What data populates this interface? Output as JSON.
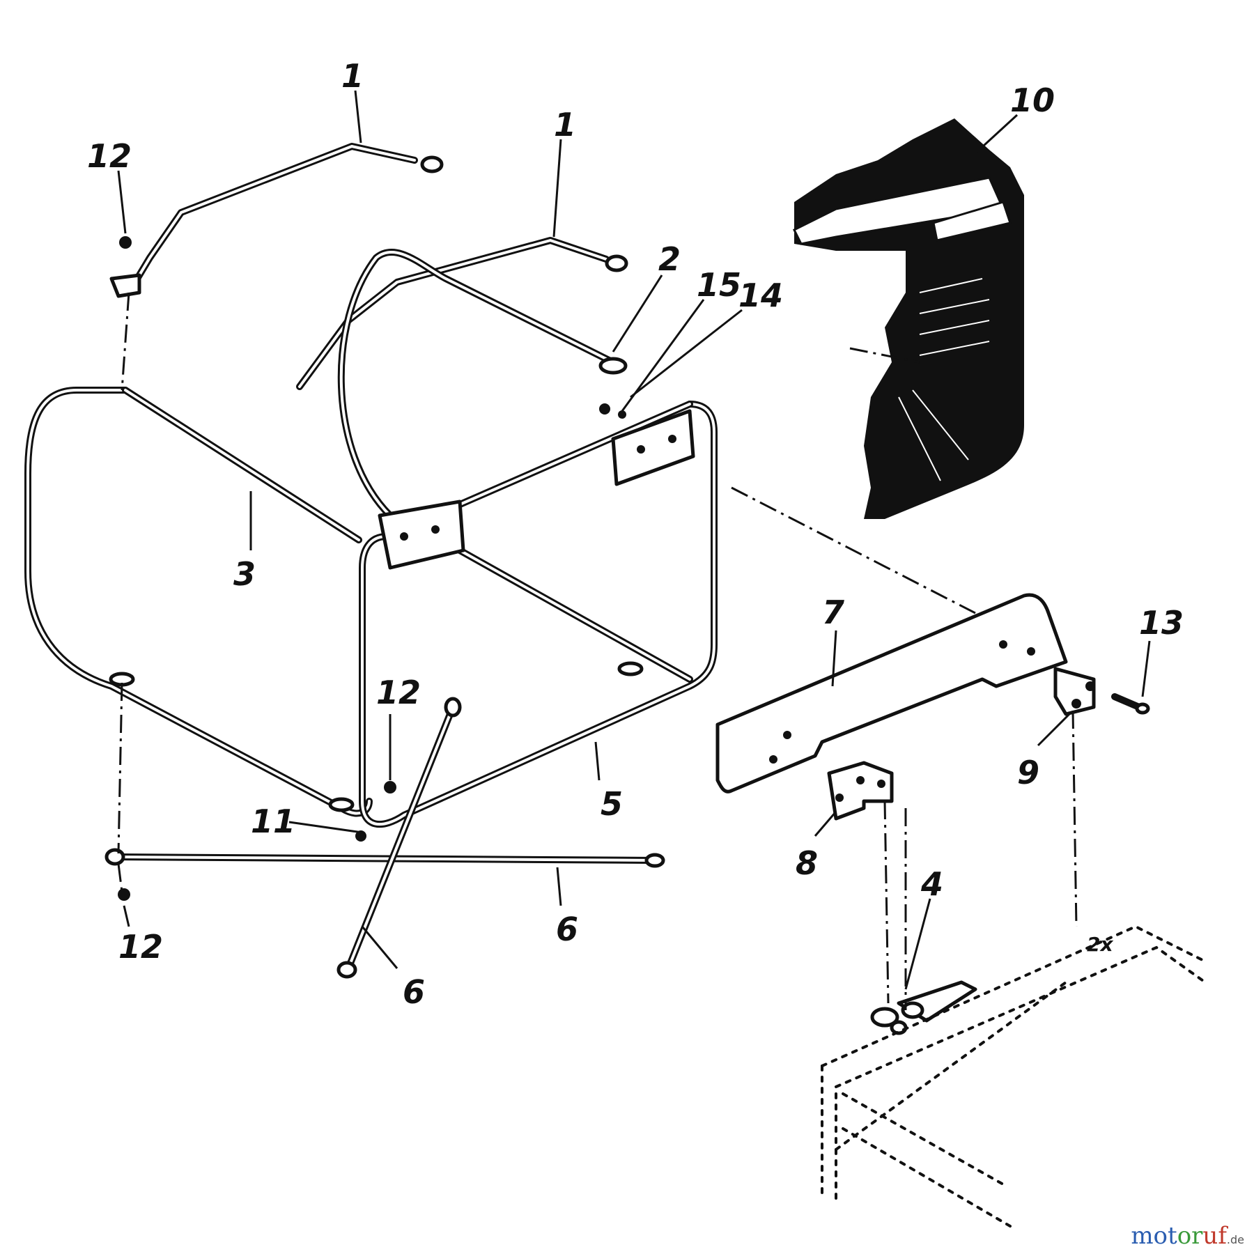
{
  "diagram": {
    "callouts": [
      {
        "id": "label-1a",
        "text": "1"
      },
      {
        "id": "label-1b",
        "text": "1"
      },
      {
        "id": "label-2",
        "text": "2"
      },
      {
        "id": "label-3",
        "text": "3"
      },
      {
        "id": "label-4",
        "text": "4"
      },
      {
        "id": "label-5",
        "text": "5"
      },
      {
        "id": "label-6a",
        "text": "6"
      },
      {
        "id": "label-6b",
        "text": "6"
      },
      {
        "id": "label-7",
        "text": "7"
      },
      {
        "id": "label-8",
        "text": "8"
      },
      {
        "id": "label-9",
        "text": "9"
      },
      {
        "id": "label-10",
        "text": "10"
      },
      {
        "id": "label-11",
        "text": "11"
      },
      {
        "id": "label-12a",
        "text": "12"
      },
      {
        "id": "label-12b",
        "text": "12"
      },
      {
        "id": "label-12c",
        "text": "12"
      },
      {
        "id": "label-13",
        "text": "13"
      },
      {
        "id": "label-14",
        "text": "14"
      },
      {
        "id": "label-15",
        "text": "15"
      }
    ],
    "annotations": {
      "mount_mark": "2x"
    }
  },
  "watermark": {
    "part_a": "mot",
    "part_b": "or",
    "part_c": "uf",
    "suffix": ".de"
  }
}
